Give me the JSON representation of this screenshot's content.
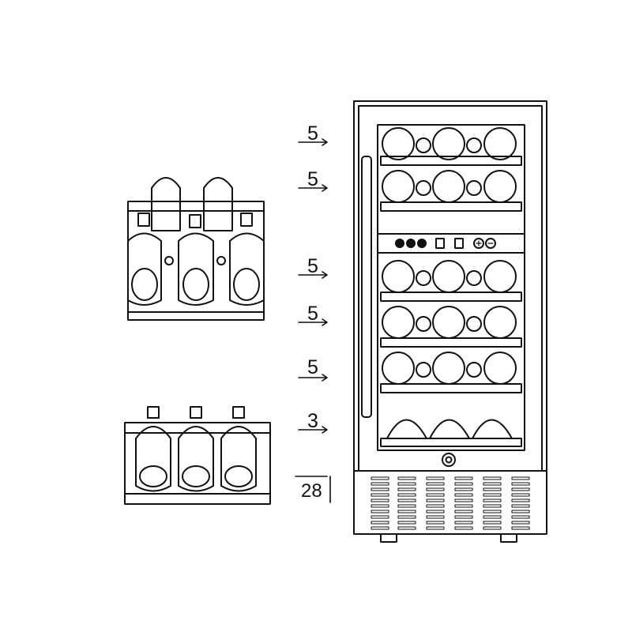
{
  "shelf_capacities": [
    {
      "label": "5"
    },
    {
      "label": "5"
    },
    {
      "label": "5"
    },
    {
      "label": "5"
    },
    {
      "label": "5"
    },
    {
      "label": "3"
    }
  ],
  "total_capacity": "28",
  "controls": [
    "dot",
    "dot",
    "dot",
    "digit",
    "digit",
    "plus",
    "minus"
  ],
  "colors": {
    "line": "#111111",
    "background": "#ffffff"
  }
}
